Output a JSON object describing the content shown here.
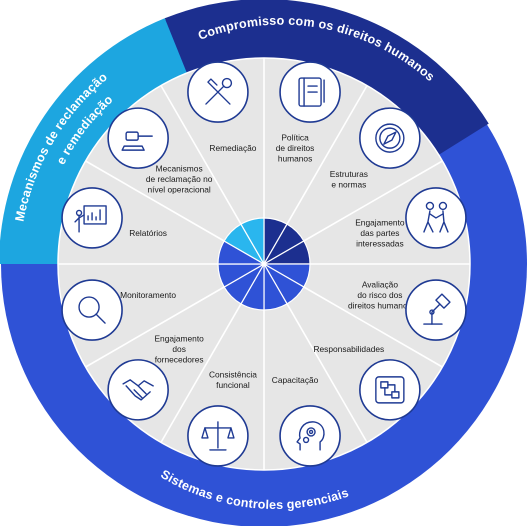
{
  "colors": {
    "navy": "#1c2f8f",
    "royal": "#2f52d6",
    "cyan": "#1da6e0",
    "wheel": "#e6e6e6",
    "light_cyan": "#2ab6ee",
    "icon": "#1f3a93"
  },
  "ring": {
    "top": "Compromisso com os direitos humanos",
    "left_line1": "Mecanismos de reclamação",
    "left_line2": "e remediação",
    "bottom": "Sistemas e controles gerenciais"
  },
  "segments": [
    {
      "lines": [
        "Política",
        "de direitos",
        "humanos"
      ],
      "icon": "notebook-icon",
      "group": "compromisso"
    },
    {
      "lines": [
        "Estruturas",
        "e normas"
      ],
      "icon": "compass-icon",
      "group": "compromisso"
    },
    {
      "lines": [
        "Engajamento",
        "das partes",
        "interessadas"
      ],
      "icon": "people-walking-icon",
      "group": "compromisso"
    },
    {
      "lines": [
        "Avaliação",
        "do risco dos",
        "direitos humanos"
      ],
      "icon": "lamp-icon",
      "group": "sistemas"
    },
    {
      "lines": [
        "Responsabilidades"
      ],
      "icon": "flow-chart-icon",
      "group": "sistemas"
    },
    {
      "lines": [
        "Capacitação"
      ],
      "icon": "head-gears-icon",
      "group": "sistemas"
    },
    {
      "lines": [
        "Consistência",
        "funcional"
      ],
      "icon": "scales-icon",
      "group": "sistemas"
    },
    {
      "lines": [
        "Engajamento",
        "dos",
        "fornecedores"
      ],
      "icon": "handshake-icon",
      "group": "sistemas"
    },
    {
      "lines": [
        "Monitoramento"
      ],
      "icon": "magnifier-icon",
      "group": "sistemas"
    },
    {
      "lines": [
        "Relatórios"
      ],
      "icon": "presentation-chart-icon",
      "group": "sistemas"
    },
    {
      "lines": [
        "Mecanismos",
        "de reclamação no",
        "nível operacional"
      ],
      "icon": "gavel-icon",
      "group": "remediacao"
    },
    {
      "lines": [
        "Remediação"
      ],
      "icon": "tools-icon",
      "group": "remediacao"
    }
  ]
}
